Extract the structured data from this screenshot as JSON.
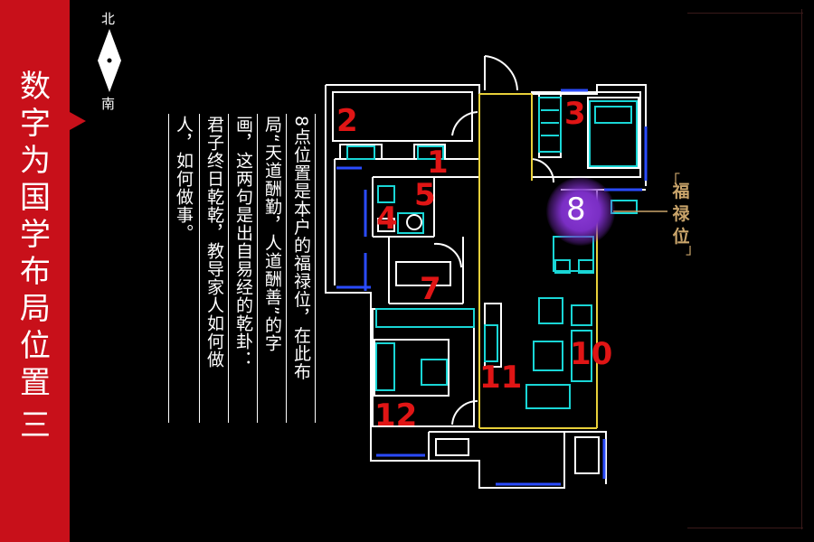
{
  "sidebar": {
    "title_chars": [
      "数",
      "字",
      "为",
      "国",
      "学",
      "布",
      "局",
      "位",
      "置"
    ],
    "roman": "三",
    "color": "#c8101a"
  },
  "compass": {
    "north": "北",
    "south": "南"
  },
  "poem_columns": [
    "8点位置是本户的福禄位，在此布",
    "局“天道酬勤，人道酬善”的字",
    "画，这两句是出自易经的乾卦：",
    "君子终日乾乾，教导家人如何做",
    "人，如何做事。"
  ],
  "room_numbers": [
    "1",
    "2",
    "3",
    "4",
    "5",
    "7",
    "10",
    "11",
    "12"
  ],
  "highlight": {
    "number": "8",
    "label": "福禄位",
    "color": "#8b3bd6"
  }
}
